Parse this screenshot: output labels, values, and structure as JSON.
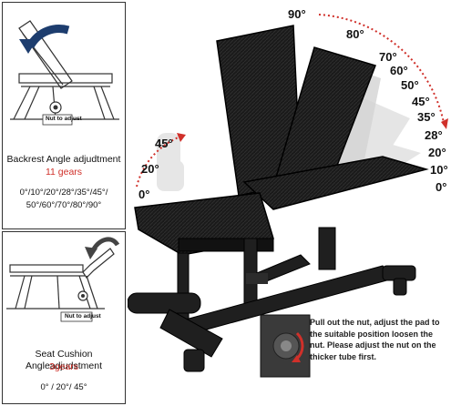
{
  "backrest": {
    "title": "Backrest Angle adjudtment",
    "gears": "11 gears",
    "angles_line1": "0°/10°/20°/28°/35°/45°/",
    "angles_line2": "50°/60°/70°/80°/90°",
    "nut_label": "Nut to adjust"
  },
  "seat": {
    "title": "Seat Cushion Angleadjudstment",
    "gears": "3gears",
    "angles": "0° / 20°/ 45°",
    "nut_label": "Nut to adjust"
  },
  "back_degrees": [
    "90°",
    "80°",
    "70°",
    "60°",
    "50°",
    "45°",
    "35°",
    "28°",
    "20°",
    "10°",
    "0°"
  ],
  "seat_degrees": [
    "45°",
    "20°",
    "0°"
  ],
  "note": "Pull out the nut, adjust the pad to the suitable position loosen the nut. Please adjust the nut on the thicker tube first.",
  "colors": {
    "accent_red": "#d0302a",
    "pad": "#1a1a1a",
    "frame": "#222222"
  }
}
